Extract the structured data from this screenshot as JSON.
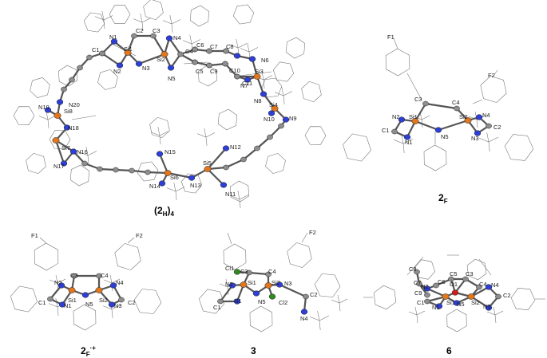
{
  "panels": {
    "macrocycle": {
      "caption": {
        "open": "(2",
        "sub": "H",
        "close": ")",
        "sub2": "4"
      },
      "atom_labels": [
        "N1",
        "C1",
        "C2",
        "C3",
        "Si1",
        "N4",
        "N2",
        "N3",
        "Si2",
        "C4",
        "C6",
        "C7",
        "C8",
        "N6",
        "N5",
        "C5",
        "C9",
        "C10",
        "C11",
        "Si3",
        "N7",
        "N8",
        "N10",
        "Si4",
        "N9",
        "N20",
        "N19",
        "Si8",
        "N18",
        "Si7",
        "N16",
        "N17",
        "N15",
        "N12",
        "Si6",
        "Si5",
        "N13",
        "N14",
        "N11"
      ]
    },
    "p2F": {
      "caption": {
        "base": "2",
        "sub": "F"
      },
      "atom_labels": [
        "F1",
        "F2",
        "C3",
        "C4",
        "N2",
        "Si1",
        "Si2",
        "N4",
        "C1",
        "C2",
        "N1",
        "N5",
        "N3"
      ]
    },
    "p2Fcation": {
      "caption": {
        "base": "2",
        "sub": "F",
        "sup": "·+"
      },
      "atom_labels": [
        "F1",
        "F2",
        "C3",
        "C4",
        "N2",
        "N4",
        "Si1",
        "Si2",
        "C1",
        "C2",
        "N1",
        "N5",
        "N3"
      ]
    },
    "p3": {
      "caption": {
        "base": "3"
      },
      "atom_labels": [
        "F2",
        "Cl1",
        "C3",
        "C4",
        "N2",
        "Si1",
        "Si2",
        "N3",
        "C2",
        "N1",
        "C1",
        "N5",
        "Cl2",
        "N4"
      ]
    },
    "p6": {
      "caption": {
        "base": "6"
      },
      "atom_labels": [
        "C8",
        "C6",
        "C5",
        "C3",
        "C7",
        "N2",
        "O1",
        "C4",
        "N4",
        "C9",
        "C1",
        "N1",
        "Si1",
        "N5",
        "Si2",
        "C2",
        "N3"
      ]
    }
  }
}
